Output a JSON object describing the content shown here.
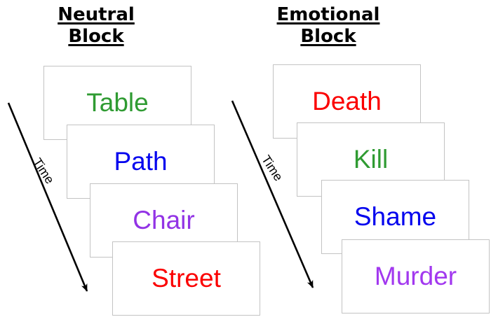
{
  "blocks": [
    {
      "title_lines": [
        "Neutral",
        "Block"
      ],
      "time_label": "Time",
      "cards": [
        {
          "word": "Table",
          "color": "#2f9b32"
        },
        {
          "word": "Path",
          "color": "#0404ee"
        },
        {
          "word": "Chair",
          "color": "#9233e5"
        },
        {
          "word": "Street",
          "color": "#fb0000"
        }
      ]
    },
    {
      "title_lines": [
        "Emotional",
        "Block"
      ],
      "time_label": "Time",
      "cards": [
        {
          "word": "Death",
          "color": "#fb0000"
        },
        {
          "word": "Kill",
          "color": "#2f9b32"
        },
        {
          "word": "Shame",
          "color": "#0404ee"
        },
        {
          "word": "Murder",
          "color": "#a238ef"
        }
      ]
    }
  ],
  "colors": {
    "card_border": "#c3c3c3",
    "arrow": "#000000",
    "title": "#000000",
    "background": "#ffffff"
  }
}
